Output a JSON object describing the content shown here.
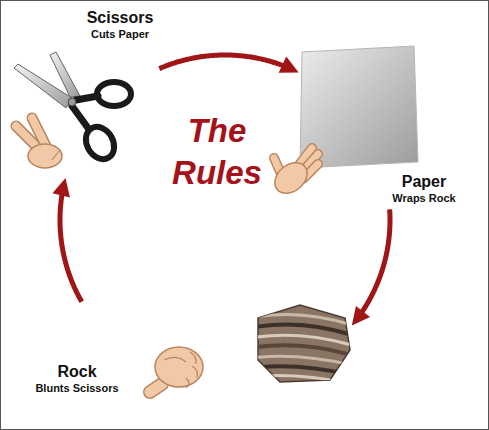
{
  "diagram": {
    "title": "The Rules",
    "nodes": [
      {
        "text": [
          "Scissors",
          "Cuts Paper"
        ]
      },
      {
        "text": [
          "Paper",
          "Wraps Rock"
        ]
      },
      {
        "text": [
          "Rock",
          "Blunts Scissors"
        ]
      }
    ],
    "edges": [
      {
        "from": 0,
        "to": 1,
        "arrow": "to"
      },
      {
        "from": 1,
        "to": 2,
        "arrow": "to"
      },
      {
        "from": 2,
        "to": 0,
        "arrow": "to"
      }
    ]
  }
}
